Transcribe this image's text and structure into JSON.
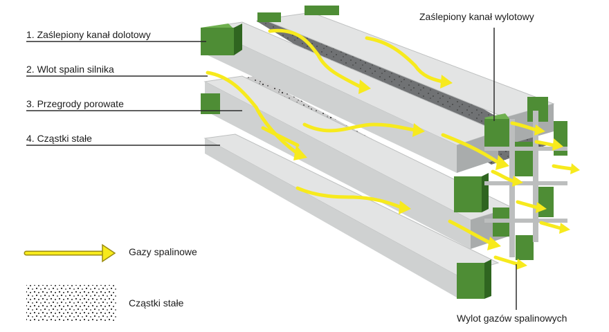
{
  "labels": {
    "blocked_inlet": "1. Zaślepiony kanał dolotowy",
    "engine_inlet": "2. Wlot spalin silnika",
    "porous_walls": "3. Przegrody porowate",
    "particles": "4. Cząstki stałe",
    "blocked_outlet": "Zaślepiony kanał wylotowy",
    "gas_outlet": "Wylot gazów spalinowych"
  },
  "legend": {
    "exhaust_gases": "Gazy spalinowe",
    "solid_particles": "Cząstki stałe"
  },
  "colors": {
    "wall_top": "#e3e4e4",
    "wall_front": "#cfd1d1",
    "wall_side": "#a9acac",
    "channel": "#6d6f70",
    "soot_bg": "#cdcdcd",
    "soot_dot": "#333333",
    "plug_face": "#4e8d35",
    "plug_top": "#6fb04f",
    "plug_side": "#2f6520",
    "arrow": "#f7ea1d",
    "arrow_outline": "#9a8b10",
    "leader": "#2a2a2a"
  },
  "icons": {
    "legend_arrow": "yellow-arrow-icon",
    "legend_particles": "dotted-texture-icon"
  }
}
